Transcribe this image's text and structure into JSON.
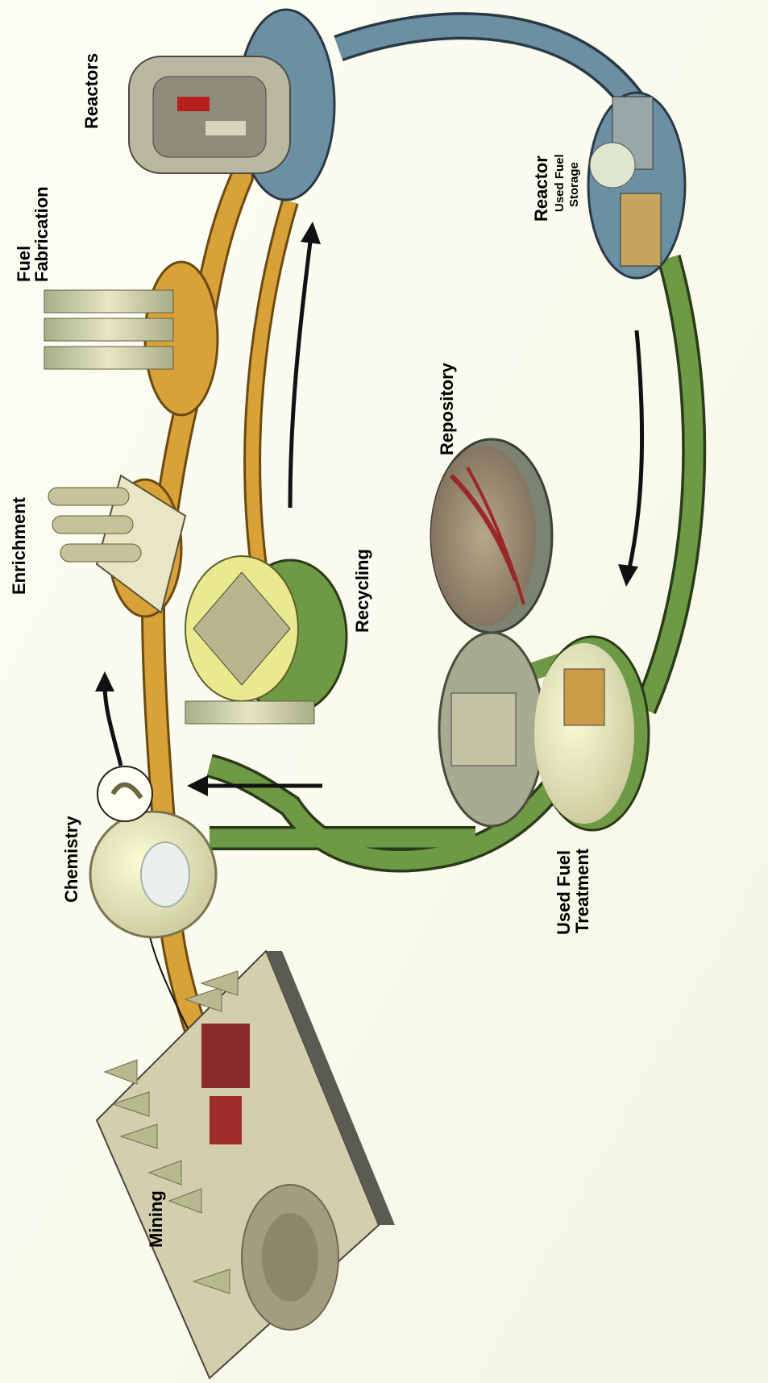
{
  "labels": {
    "mining": "Mining",
    "chemistry": "Chemistry",
    "enrichment": "Enrichment",
    "fuel_fabrication_1": "Fuel",
    "fuel_fabrication_2": "Fabrication",
    "reactors": "Reactors",
    "reactor_storage_1": "Reactor",
    "reactor_storage_2": "Used Fuel",
    "reactor_storage_3": "Storage",
    "repository": "Repository",
    "recycling": "Recycling",
    "used_fuel_treatment_1": "Used Fuel",
    "used_fuel_treatment_2": "Treatment"
  },
  "colors": {
    "front_cycle_path": "#d9a238",
    "front_cycle_edge": "#6b4a12",
    "back_cycle_path": "#6e9a45",
    "reactor_loop_path": "#6d8fa3",
    "background": "#fcfcf3"
  }
}
